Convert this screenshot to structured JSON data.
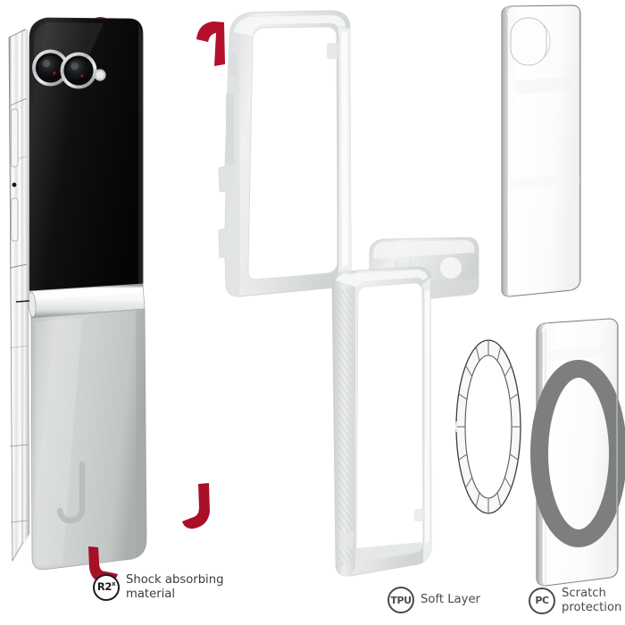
{
  "diagram": {
    "type": "exploded-product-view",
    "background_color": "#ffffff",
    "accent_color": "#b4102c",
    "product": "clear protective case for foldable flip phone"
  },
  "phone": {
    "name": "flip-phone",
    "form_factor": "foldable flip phone, folded, angled three-quarter view",
    "upper_half_color": "#111111",
    "lower_half_color": "#c9cbcb",
    "frame_color": "#e9eaea",
    "hinge_color": "#f2f3f3",
    "cameras": [
      {
        "name": "main-camera-lens",
        "ring_color": "#d8d9d9"
      },
      {
        "name": "secondary-camera-lens",
        "ring_color": "#d8d9d9"
      }
    ],
    "flash": {
      "name": "camera-flash",
      "color": "#b9bbbb"
    },
    "side_controls": [
      {
        "name": "volume-rocker"
      },
      {
        "name": "microphone-hole"
      },
      {
        "name": "power-button"
      }
    ]
  },
  "parts": [
    {
      "id": "tpu-bumper-frame",
      "label": "TPU bumper frame",
      "material": "TPU",
      "finish": "frosted translucent",
      "color": "#e4e6e6",
      "position": "top-center"
    },
    {
      "id": "pc-back-panel-top",
      "label": "PC back panel",
      "material": "PC",
      "finish": "clear transparent",
      "color": "#fbfbfb",
      "position": "top-right",
      "features": [
        "camera cutout"
      ]
    },
    {
      "id": "tpu-lower-frame",
      "label": "TPU lower frame with grip texture",
      "material": "TPU",
      "finish": "frosted translucent",
      "color": "#e6e8e8",
      "position": "bottom-center",
      "features": [
        "camera bump housing",
        "diagonal grip texture"
      ]
    },
    {
      "id": "magnet-ring",
      "label": "Magnetic ring array",
      "finish": "clear segmented",
      "color": "#f4f5f5",
      "position": "bottom-center-right",
      "features": [
        "16 magnet segments"
      ]
    },
    {
      "id": "pc-back-panel-bottom",
      "label": "PC back panel with magnet ring",
      "material": "PC",
      "finish": "clear transparent",
      "color": "#fafafa",
      "ring_color": "#7d7f7f",
      "position": "bottom-right"
    }
  ],
  "accent_markers": [
    {
      "name": "accent-marker-phone-top",
      "color": "#b4102c"
    },
    {
      "name": "accent-marker-frame-top",
      "color": "#b4102c"
    },
    {
      "name": "accent-marker-frame-bottom",
      "color": "#a81028"
    },
    {
      "name": "accent-marker-phone-bottom",
      "color": "#a81028"
    }
  ],
  "legend": {
    "items": [
      {
        "id": "r2x",
        "badge": "R2",
        "badge_sup": "x",
        "label": "Shock absorbing material",
        "badge_color": "#1b1b1b"
      },
      {
        "id": "tpu",
        "badge": "TPU",
        "badge_sup": "",
        "label": "Soft Layer",
        "badge_color": "#4b4b4b"
      },
      {
        "id": "pc",
        "badge": "PC",
        "badge_sup": "",
        "label": "Scratch protection",
        "badge_color": "#4b4b4b"
      }
    ]
  }
}
